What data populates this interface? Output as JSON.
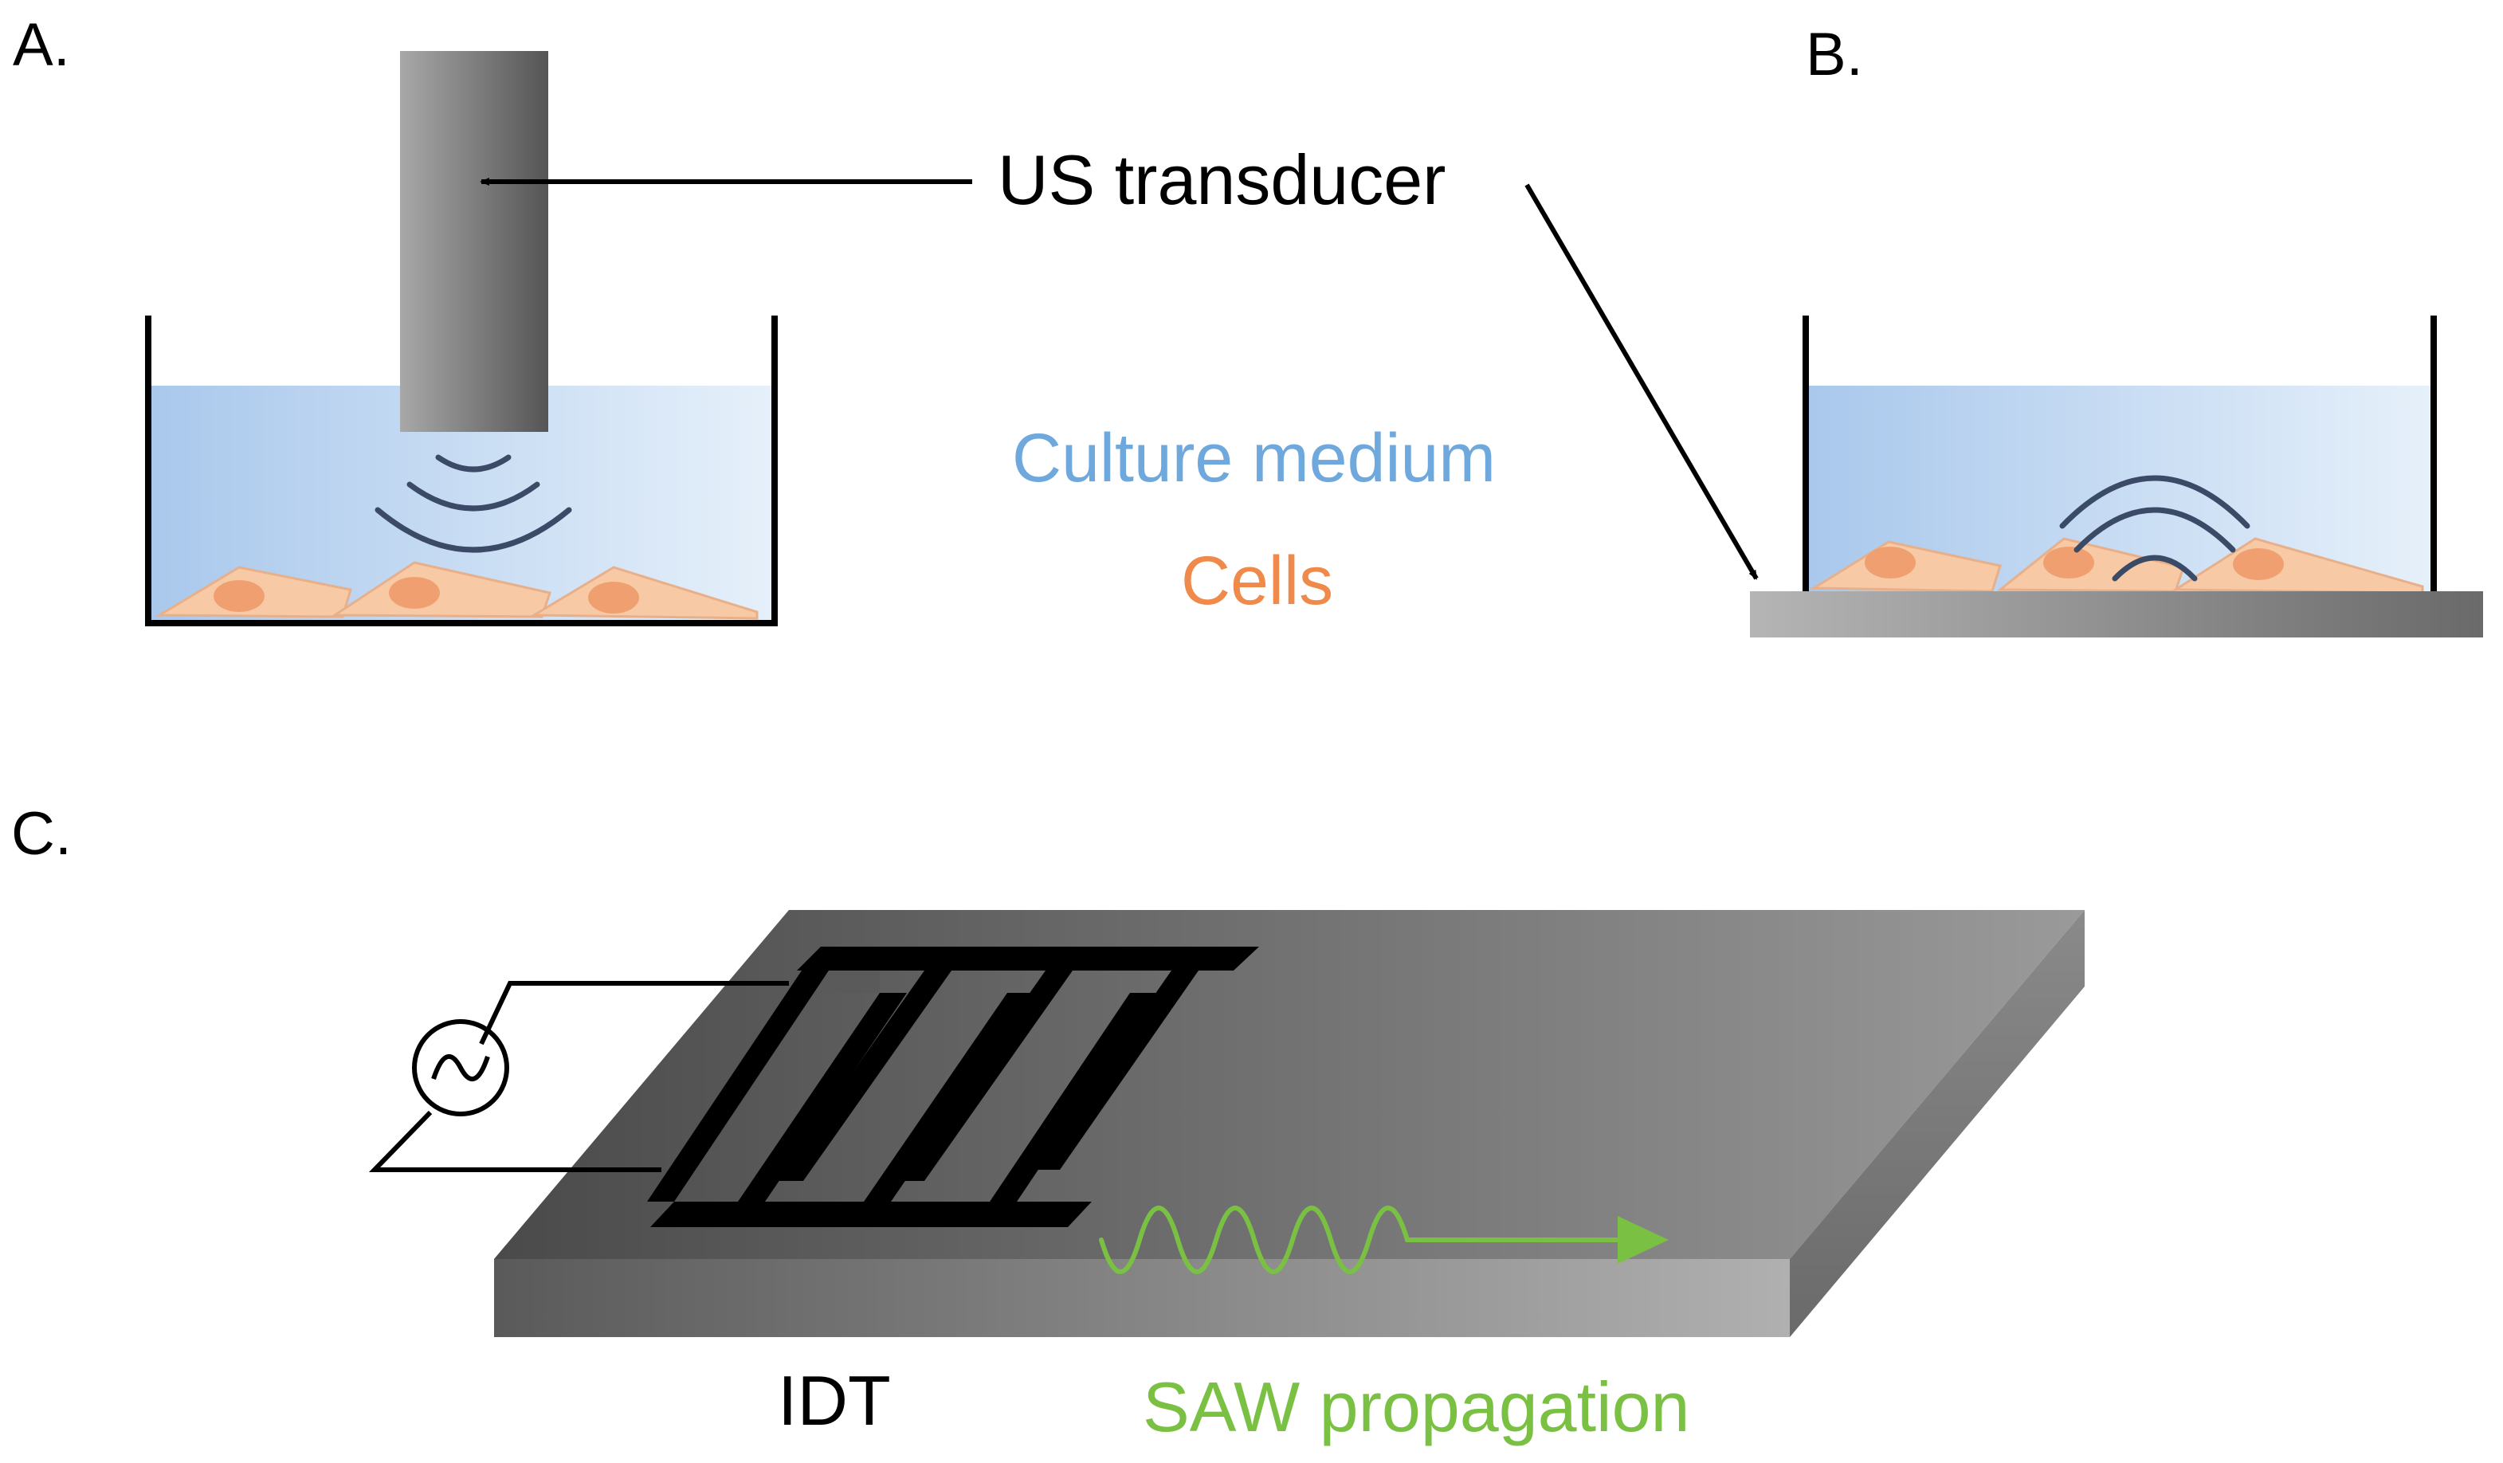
{
  "panels": {
    "a": {
      "label": "A."
    },
    "b": {
      "label": "B."
    },
    "c": {
      "label": "C."
    }
  },
  "labels": {
    "transducer": "US transducer",
    "medium": "Culture medium",
    "cells": "Cells",
    "idt": "IDT",
    "saw": "SAW propagation"
  },
  "colors": {
    "medium_text": "#6fa8dc",
    "cells_text": "#f08a4b",
    "saw": "#7ac143",
    "ink": "#000000",
    "wave_arc": "#3b4a66",
    "cell_body": "#f7c9a4",
    "cell_nucleus": "#f0a070",
    "medium_fill": "#9fc5e8"
  }
}
